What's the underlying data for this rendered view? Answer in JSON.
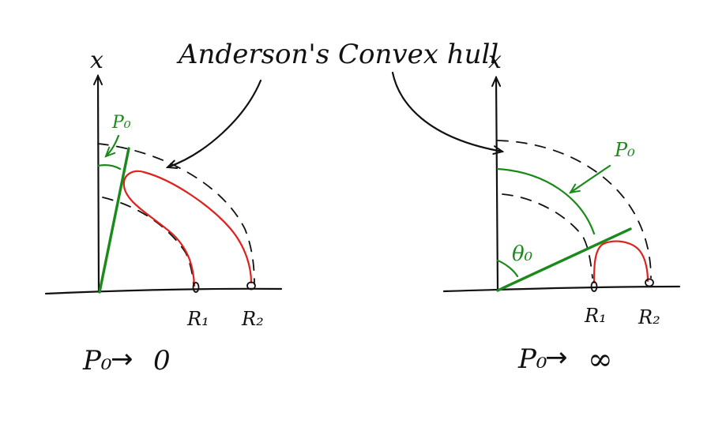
{
  "title": "Anderson's Convex hull",
  "colors": {
    "ink": "#111111",
    "hull_red": "#e0201c",
    "line_green": "#1a8a1a"
  },
  "left_panel": {
    "axis_label": "x",
    "p0_label": "P₀",
    "r1_label": "R₁",
    "r2_label": "R₂",
    "caption_lhs": "P₀",
    "caption_arrow": "→",
    "caption_rhs": "0"
  },
  "right_panel": {
    "axis_label": "x",
    "p0_label": "P₀",
    "theta_label": "θ₀",
    "r1_label": "R₁",
    "r2_label": "R₂",
    "caption_lhs": "P₀",
    "caption_arrow": "→",
    "caption_rhs": "∞"
  }
}
